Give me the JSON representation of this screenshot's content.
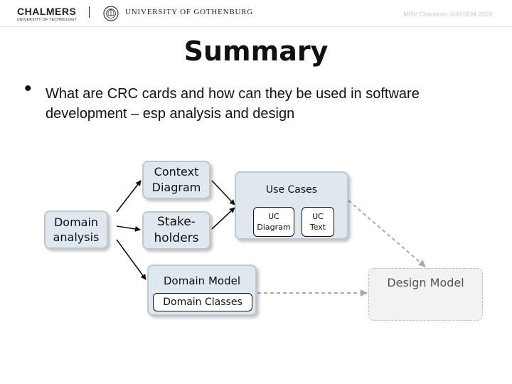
{
  "header": {
    "chalmers_name": "CHALMERS",
    "chalmers_sub": "UNIVERSITY OF TECHNOLOGY",
    "gu_name": "UNIVERSITY OF GOTHENBURG",
    "right_text": "MRV Chaudron SOFSEM 2018"
  },
  "slide": {
    "title": "Summary",
    "bullet_symbol": "•",
    "bullet_text": "What are CRC cards and how can they be used in software development – esp analysis and design"
  },
  "diagram": {
    "domain_analysis": "Domain analysis",
    "context_diagram": "Context Diagram",
    "stakeholders": "Stake-holders",
    "use_cases": "Use Cases",
    "uc_diagram": "UC Diagram",
    "uc_text": "UC Text",
    "domain_model": "Domain Model",
    "domain_classes": "Domain Classes",
    "design_model": "Design Model"
  },
  "colors": {
    "box_fill": "#dfe8ef",
    "box_border": "#bcc8d2",
    "dashed_gray": "#bdbdbd"
  }
}
